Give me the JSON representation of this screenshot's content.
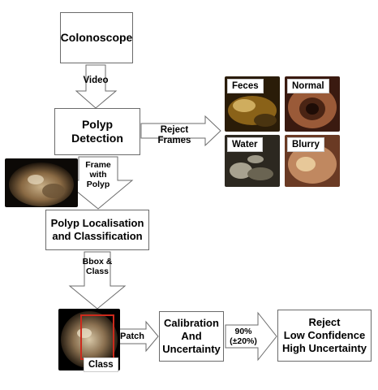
{
  "nodes": {
    "colonoscope": "Colonoscope",
    "polyp_detection": "Polyp Detection",
    "localisation": "Polyp Localisation\nand Classification",
    "calibration": "Calibration\nAnd\nUncertainty",
    "reject": "Reject\nLow Confidence\nHigh Uncertainty"
  },
  "edges": {
    "video": "Video",
    "reject_frames": "Reject Frames",
    "frame_with_polyp": "Frame\nwith\nPolyp",
    "bbox_class": "Bbox &\nClass",
    "patch": "Patch",
    "threshold": "90%\n(±20%)"
  },
  "thumbnails": [
    {
      "label": "Feces",
      "color": "#6b4a14"
    },
    {
      "label": "Normal",
      "color": "#8a4a2c"
    },
    {
      "label": "Water",
      "color": "#3e3a30"
    },
    {
      "label": "Blurry",
      "color": "#b07a55"
    }
  ],
  "overlay": {
    "class_label": "Class",
    "bbox_color": "#cc2a1c"
  }
}
